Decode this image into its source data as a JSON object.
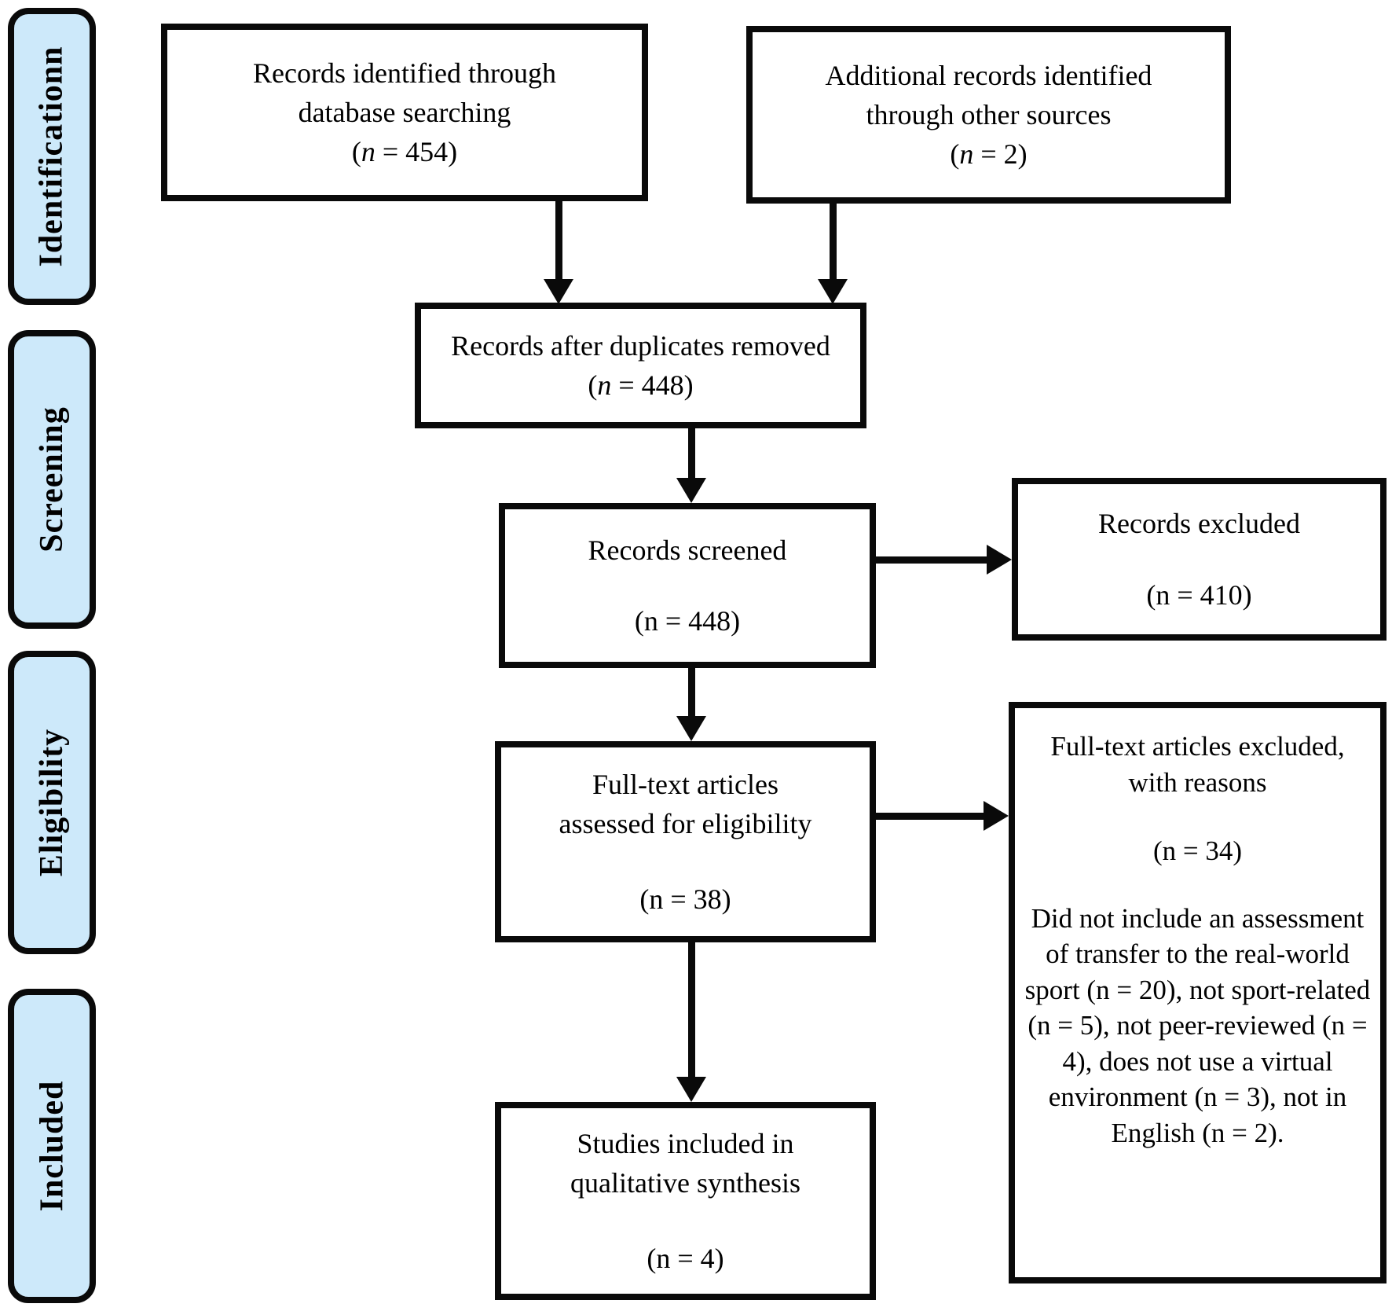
{
  "sidebar": {
    "items": [
      {
        "label": "Identificationn"
      },
      {
        "label": "Screening"
      },
      {
        "label": "Eligibility"
      },
      {
        "label": "Included"
      }
    ]
  },
  "boxes": {
    "identified": {
      "lines": [
        "Records identified through",
        "database searching"
      ],
      "count_open": "(",
      "count_var": "n",
      "count_rest": " = 454)"
    },
    "additional": {
      "lines": [
        "Additional records identified",
        "through other sources"
      ],
      "count_open": "(",
      "count_var": "n",
      "count_rest": " = 2)"
    },
    "duplicates_removed": {
      "line": "Records after duplicates removed",
      "count_open": "(",
      "count_var": "n",
      "count_rest": " = 448)"
    },
    "screened": {
      "title": "Records screened",
      "count": "(n = 448)"
    },
    "records_excluded": {
      "title": "Records excluded",
      "count": "(n = 410)"
    },
    "fulltext_assessed": {
      "lines": [
        "Full-text articles",
        "assessed for eligibility"
      ],
      "count": "(n = 38)"
    },
    "fulltext_excluded": {
      "heading": "Full-text articles excluded, with reasons",
      "count": "(n = 34)",
      "reasons": "Did not include an assessment of transfer to the real-world sport (n = 20), not sport-related (n = 5), not peer-reviewed (n = 4), does not use a virtual environment (n = 3), not in English (n = 2)."
    },
    "included_studies": {
      "lines": [
        "Studies included in",
        "qualitative synthesis"
      ],
      "count": "(n = 4)"
    }
  },
  "colors": {
    "sidebar_fill": "#cde9fa",
    "border": "#000000",
    "background": "#ffffff",
    "text": "#000000"
  }
}
